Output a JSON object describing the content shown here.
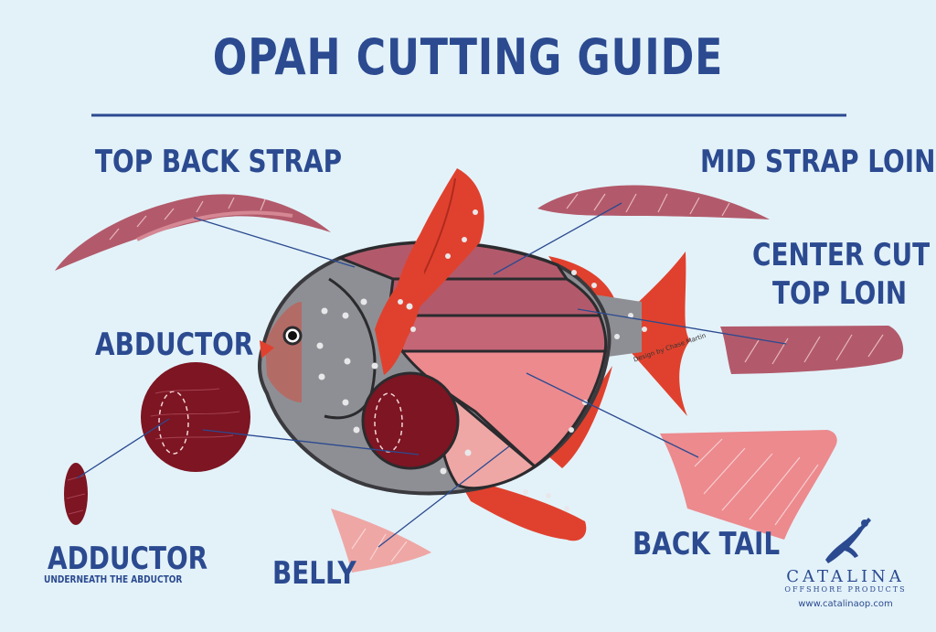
{
  "title": "OPAH CUTTING GUIDE",
  "labels": {
    "top_back_strap": "TOP BACK STRAP",
    "mid_strap_loin": "MID STRAP LOIN",
    "center_cut_line1": "CENTER CUT",
    "center_cut_line2": "TOP LOIN",
    "abductor": "ABDUCTOR",
    "adductor": "ADDUCTOR",
    "adductor_note": "UNDERNEATH THE ABDUCTOR",
    "belly": "BELLY",
    "back_tail": "BACK TAIL"
  },
  "credit": "Design by Chase Martin",
  "brand": {
    "name": "CATALINA",
    "tagline": "OFFSHORE PRODUCTS",
    "website": "www.catalinaop.com",
    "logo_icon": "diver-icon"
  },
  "colors": {
    "background": "#e3f2f9",
    "label_blue": "#2b4a90",
    "fish_body": "#8e8f94",
    "fin_red": "#e0412e",
    "loin_dark": "#b25a6b",
    "loin_light": "#ec8a8e",
    "belly_pink": "#eea7a5",
    "abductor_maroon": "#7d1522"
  }
}
